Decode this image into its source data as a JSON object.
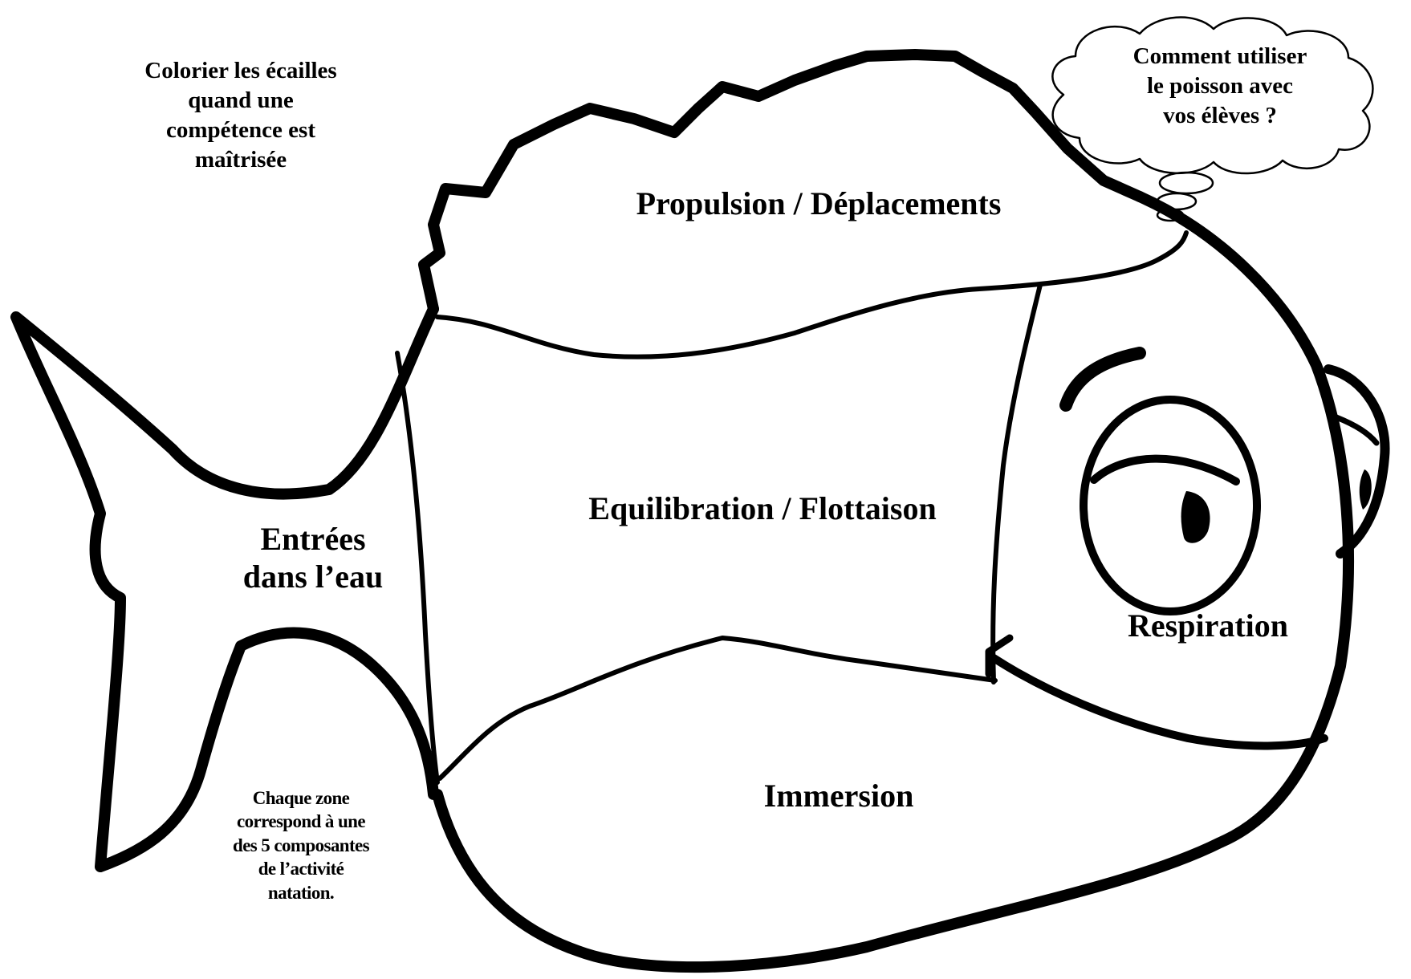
{
  "instruction": "Colorier les écailles\nquand une\ncompétence est\nmaîtrisée",
  "thought_bubble": "Comment utiliser\nle poisson avec\nvos élèves ?",
  "zones": {
    "propulsion": "Propulsion / Déplacements",
    "equilibration": "Equilibration / Flottaison",
    "entrees": "Entrées\ndans l’eau",
    "respiration": "Respiration",
    "immersion": "Immersion"
  },
  "note": "Chaque zone\ncorrespond à une\ndes 5 composantes\nde l’activité\nnatation.",
  "colors": {
    "ink": "#000000",
    "paper": "#ffffff"
  }
}
